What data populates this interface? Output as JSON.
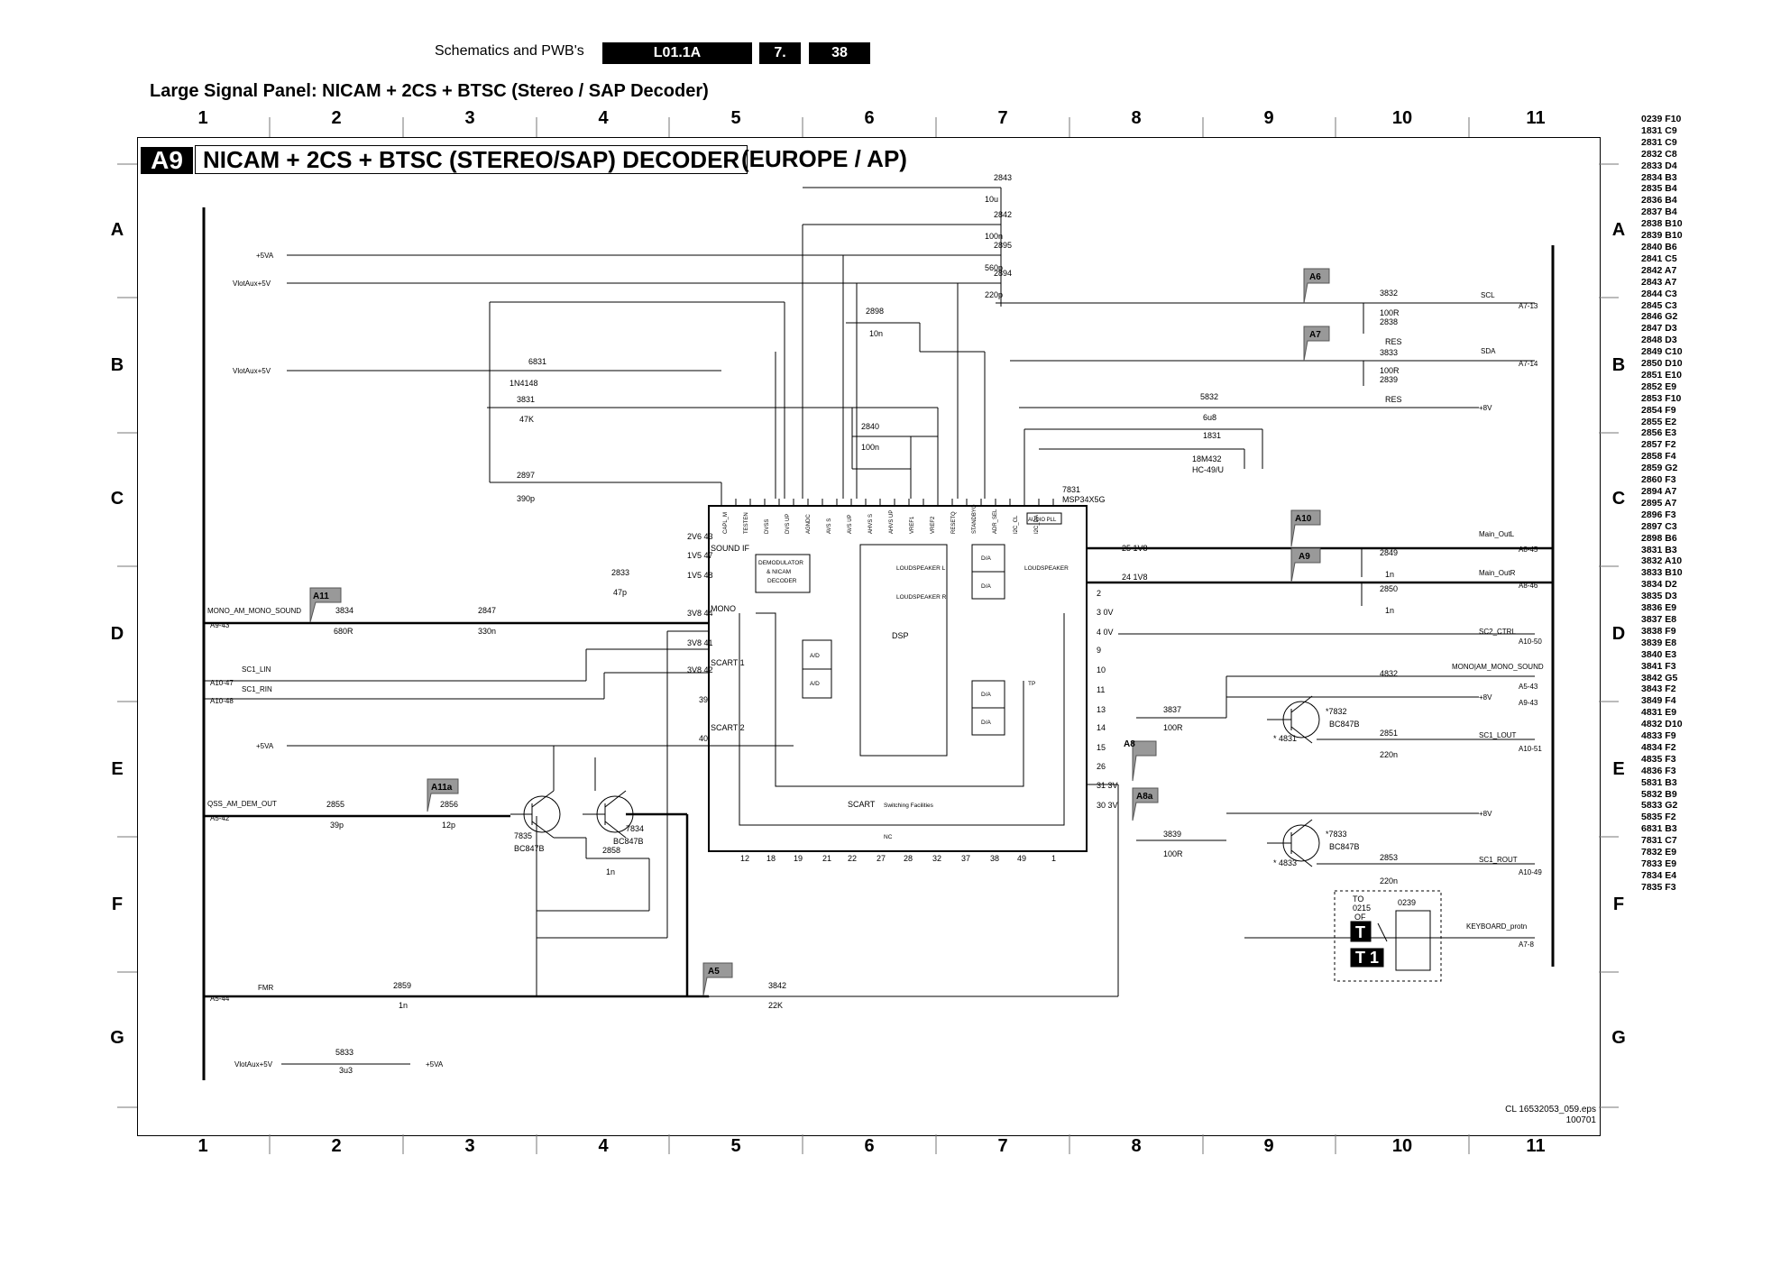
{
  "header": {
    "section": "Schematics and PWB's",
    "code": "L01.1A",
    "chapter": "7.",
    "page": "38"
  },
  "page_title": "Large Signal Panel: NICAM + 2CS + BTSC (Stereo / SAP Decoder)",
  "sheet": {
    "badge": "A9",
    "title": "NICAM + 2CS + BTSC (STEREO/SAP) DECODER",
    "subtitle": "(EUROPE / AP)"
  },
  "grid": {
    "columns": [
      "1",
      "2",
      "3",
      "4",
      "5",
      "6",
      "7",
      "8",
      "9",
      "10",
      "11"
    ],
    "rows": [
      "A",
      "B",
      "C",
      "D",
      "E",
      "F",
      "G"
    ]
  },
  "footer": {
    "file": "CL 16532053_059.eps",
    "date": "100701"
  },
  "ic": {
    "ref": "7831",
    "part": "MSP34X5G",
    "blocks": {
      "sound_if": "SOUND IF",
      "demod": [
        "DEMODULATOR",
        "& NICAM",
        "DECODER"
      ],
      "dsp": "DSP",
      "loudspeaker_l": "LOUDSPEAKER L",
      "loudspeaker_r": "LOUDSPEAKER R",
      "loudspeaker": "LOUDSPEAKER",
      "scart": "SCART",
      "switching": "Switching Facilities",
      "mono": "MONO",
      "scart1": "SCART 1",
      "scart2": "SCART 2",
      "audio_pll": "AUDIO PLL",
      "nc": "NC",
      "tp": "TP",
      "da": "D/A",
      "ad": "A/D"
    },
    "top_pins": [
      "CAPL_M",
      "TESTEN",
      "DVSS",
      "DVS UP",
      "AGNDC",
      "AVS S",
      "AVS UP",
      "AHVS S",
      "AHVS UP",
      "VREF1",
      "VREF2",
      "RESETQ",
      "STANDBYQ",
      "ADR_SEL",
      "I2C_CL",
      "I2C_DA"
    ],
    "bottom_pins": [
      "12",
      "18",
      "19",
      "21",
      "22",
      "27",
      "28",
      "32",
      "37",
      "38",
      "49",
      "1"
    ]
  },
  "connectors_left": [
    "A11",
    "A11a",
    "A5"
  ],
  "connectors_right": [
    "A6",
    "A7",
    "A10",
    "A9",
    "A8",
    "A8a"
  ],
  "nets": {
    "5va": "+5VA",
    "vlotaux": "VlotAux+5V",
    "mono_am": "MONO_AM_MONO_SOUND",
    "a9_43": "A9-43",
    "sc1_lin": "SC1_LIN",
    "sc1_rin": "SC1_RIN",
    "a10_47": "A10-47",
    "a10_48": "A10-48",
    "qss": "QSS_AM_DEM_OUT",
    "a5_42": "A5-42",
    "fmr": "FMR",
    "a5_44": "A5-44",
    "scl": "SCL",
    "a7_13": "A7-13",
    "sda": "SDA",
    "a7_14": "A7-14",
    "main_outl": "Main_OutL",
    "a8_45": "A8-45",
    "main_outr": "Main_OutR",
    "a8_46": "A8-46",
    "sc2_ctrl": "SC2_CTRL",
    "a10_50": "A10-50",
    "mono_am_r": "MONO|AM_MONO_SOUND",
    "a5_43": "A5-43",
    "a9_43r": "A9-43",
    "sc1_lout": "SC1_LOUT",
    "a10_51": "A10-51",
    "sc1_rout": "SC1_ROUT",
    "a10_49": "A10-49",
    "keyboard": "KEYBOARD_protn",
    "a7_8": "A7-8",
    "plus8v": "+8V"
  },
  "ref_list": [
    "0239 F10",
    "1831 C9",
    "2831 C9",
    "2832 C8",
    "2833 D4",
    "2834 B3",
    "2835 B4",
    "2836 B4",
    "2837 B4",
    "2838 B10",
    "2839 B10",
    "2840 B6",
    "2841 C5",
    "2842 A7",
    "2843 A7",
    "2844 C3",
    "2845 C3",
    "2846 G2",
    "2847 D3",
    "2848 D3",
    "2849 C10",
    "2850 D10",
    "2851 E10",
    "2852 E9",
    "2853 F10",
    "2854 F9",
    "2855 E2",
    "2856 E3",
    "2857 F2",
    "2858 F4",
    "2859 G2",
    "2860 F3",
    "2894 A7",
    "2895 A7",
    "2896 F3",
    "2897 C3",
    "2898 B6",
    "3831 B3",
    "3832 A10",
    "3833 B10",
    "3834 D2",
    "3835 D3",
    "3836 E9",
    "3837 E8",
    "3838 F9",
    "3839 E8",
    "3840 E3",
    "3841 F3",
    "3842 G5",
    "3843 F2",
    "3849 F4",
    "4831 E9",
    "4832 D10",
    "4833 F9",
    "4834 F2",
    "4835 F3",
    "4836 F3",
    "5831 B3",
    "5832 B9",
    "5833 G2",
    "5835 F2",
    "6831 B3",
    "7831 C7",
    "7832 E9",
    "7833 E9",
    "7834 E4",
    "7835 F3"
  ]
}
